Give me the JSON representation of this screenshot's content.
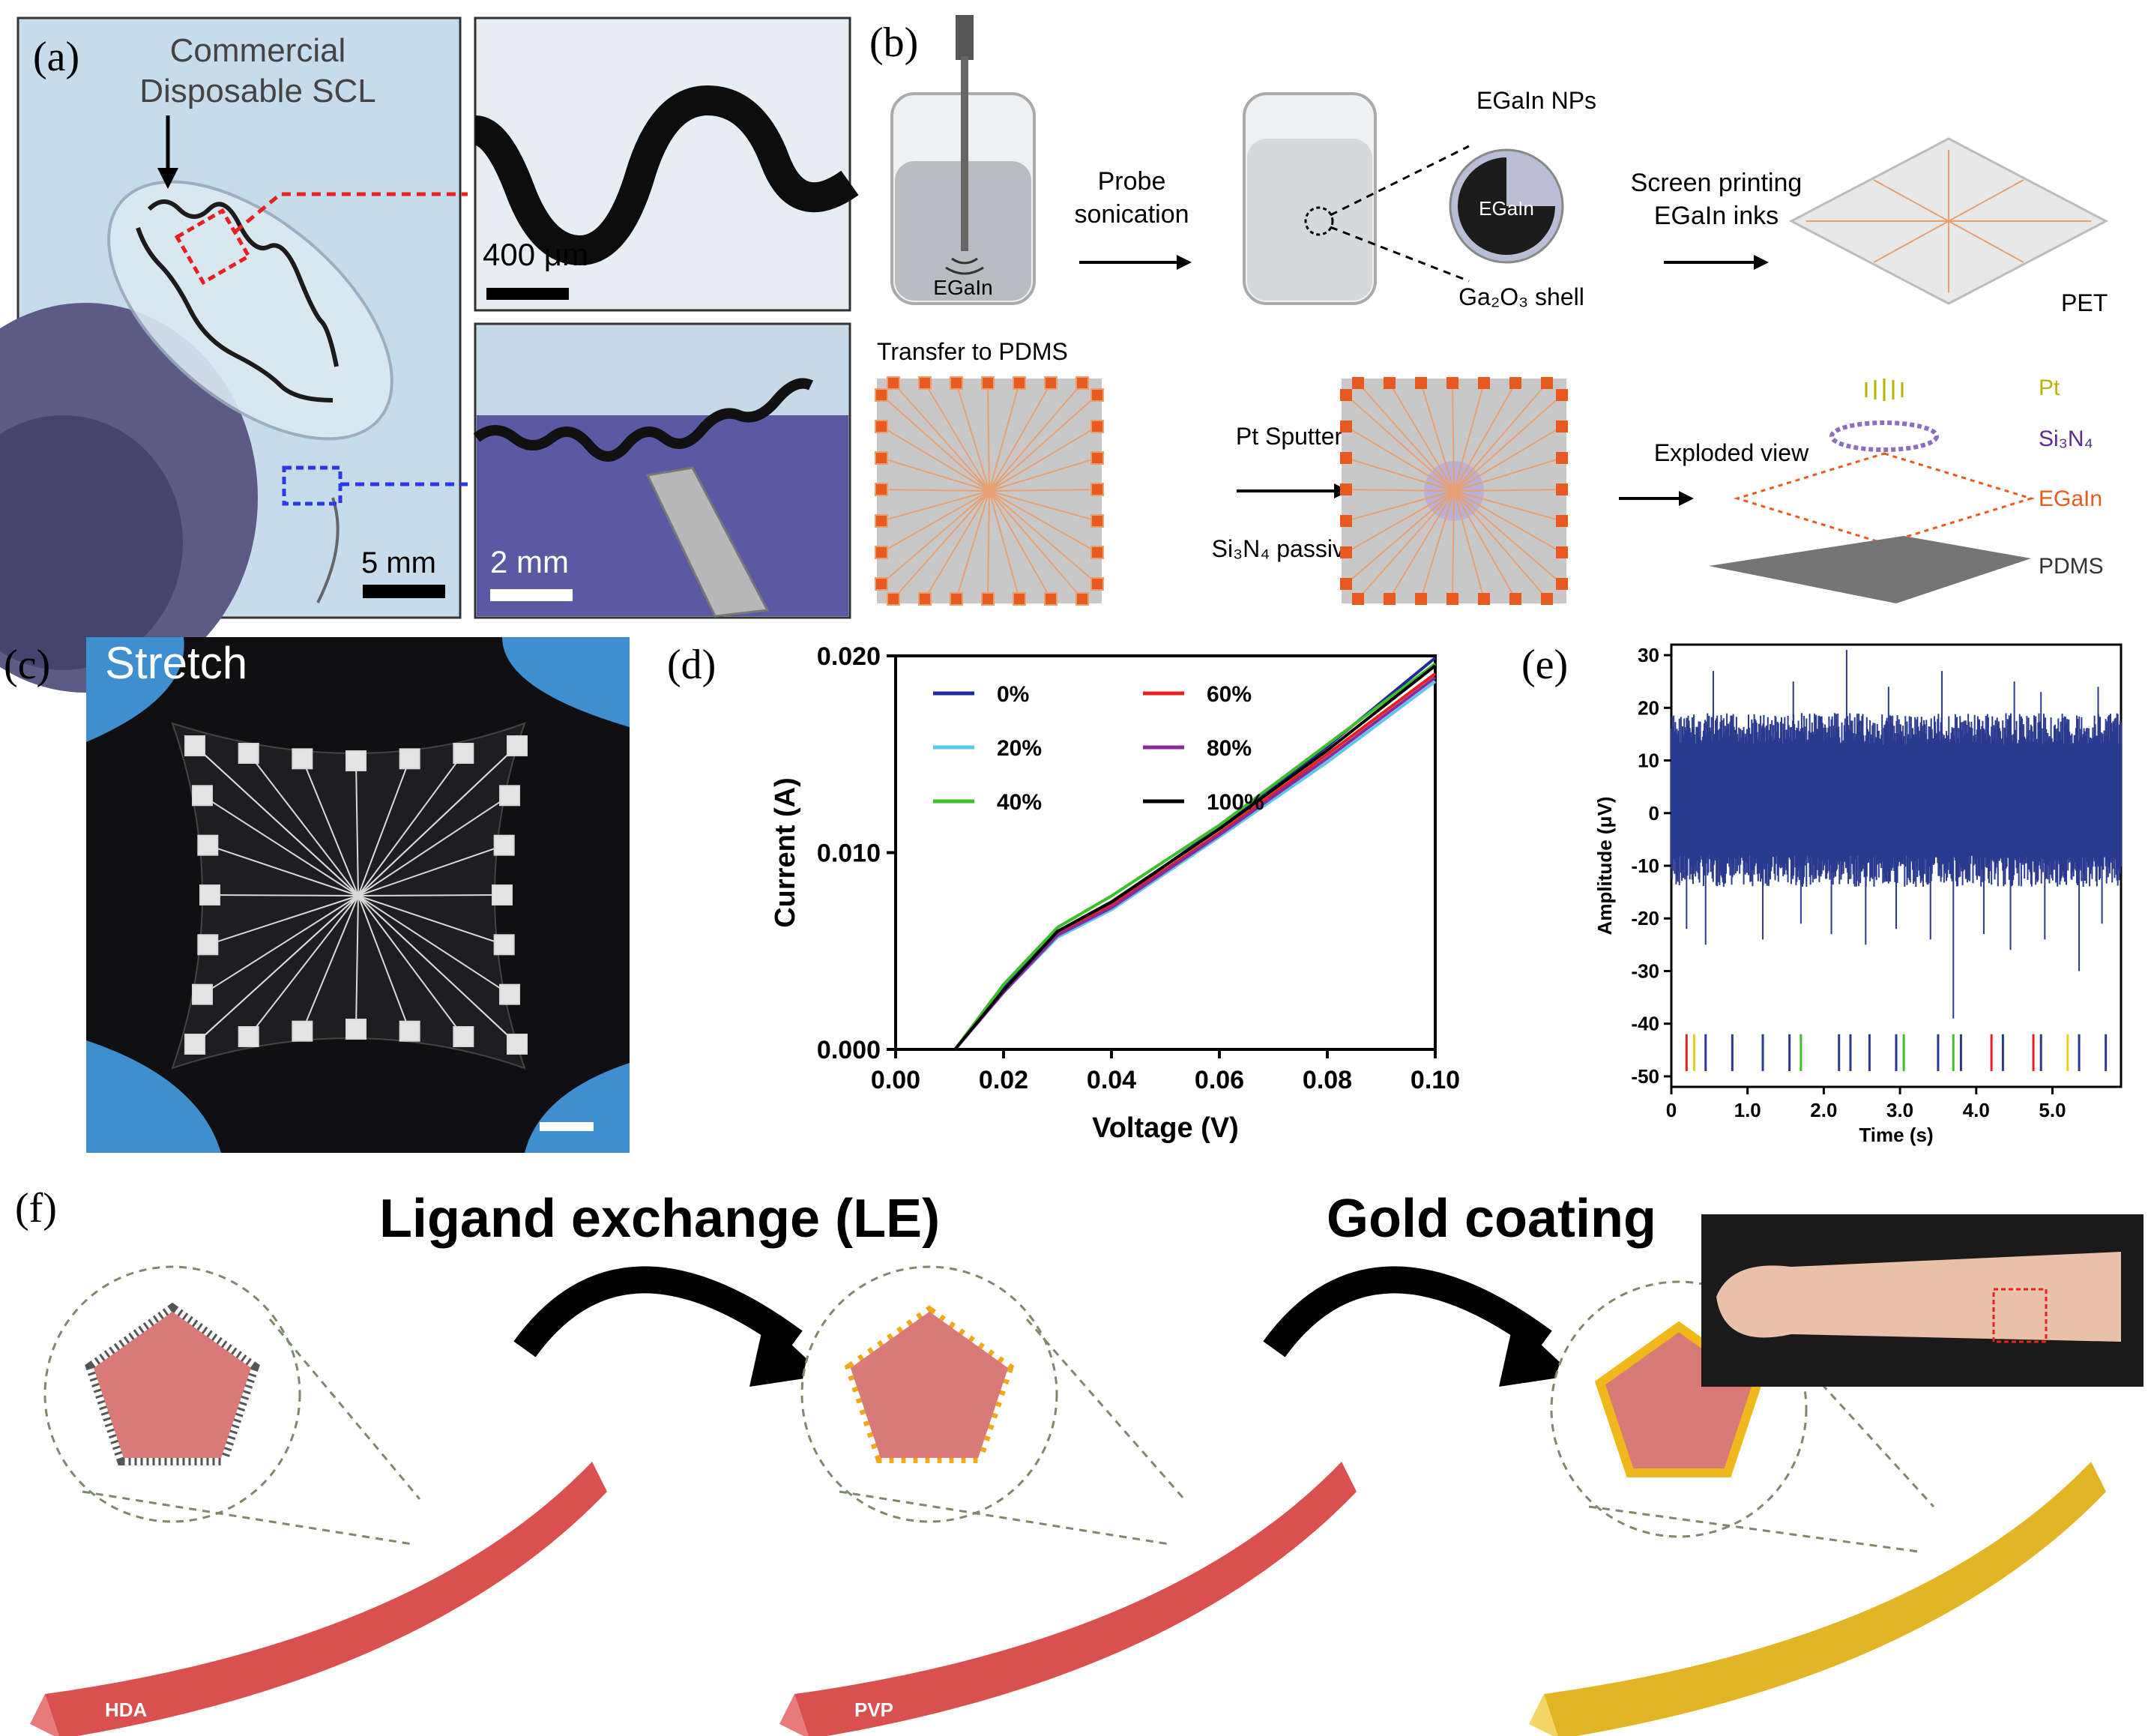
{
  "panel_labels": {
    "a": "(a)",
    "b": "(b)",
    "c": "(c)",
    "d": "(d)",
    "e": "(e)",
    "f": "(f)"
  },
  "panel_a": {
    "annotation": [
      "Commercial",
      "Disposable SCL"
    ],
    "scale_main": "5 mm",
    "scale_top": "400 μm",
    "scale_bottom": "2 mm"
  },
  "panel_b": {
    "egain_label": "EGaIn",
    "probe_step": [
      "Probe",
      "sonication"
    ],
    "nps_label": "EGaIn NPs",
    "core_label": "EGaIn",
    "shell_label": "Ga₂O₃ shell",
    "screen_step": [
      "Screen printing",
      "EGaIn inks"
    ],
    "pet_label": "PET",
    "transfer_label": "Transfer to PDMS",
    "sputter_label": "Pt Sputter",
    "passivation_label": "Si₃N₄ passivation",
    "exploded_label": "Exploded view",
    "layers": [
      {
        "name": "Pt",
        "color": "#b5b400"
      },
      {
        "name": "Si₃N₄",
        "color": "#5b2d91"
      },
      {
        "name": "EGaIn",
        "color": "#e85a1f"
      },
      {
        "name": "PDMS",
        "color": "#333333"
      }
    ]
  },
  "panel_c": {
    "title": "Stretch"
  },
  "chart_data": [
    {
      "type": "line",
      "xlabel": "Voltage (V)",
      "ylabel": "Current (A)",
      "xlim": [
        0,
        0.1
      ],
      "ylim": [
        0,
        0.02
      ],
      "xticks": [
        "0.00",
        "0.02",
        "0.04",
        "0.06",
        "0.08",
        "0.10"
      ],
      "yticks": [
        "0.000",
        "0.010",
        "0.020"
      ],
      "legend_position": "top-left",
      "series": [
        {
          "name": "0%",
          "color": "#1f2a9a",
          "x": [
            0.011,
            0.02,
            0.03,
            0.04,
            0.06,
            0.08,
            0.1
          ],
          "y": [
            0.0,
            0.0031,
            0.006,
            0.0074,
            0.0113,
            0.0154,
            0.0199
          ]
        },
        {
          "name": "20%",
          "color": "#5bc8e8",
          "x": [
            0.011,
            0.02,
            0.03,
            0.04,
            0.06,
            0.08,
            0.1
          ],
          "y": [
            0.0,
            0.0029,
            0.0057,
            0.0071,
            0.0108,
            0.0146,
            0.0187
          ]
        },
        {
          "name": "40%",
          "color": "#3cbf2a",
          "x": [
            0.011,
            0.02,
            0.03,
            0.04,
            0.06,
            0.08,
            0.1
          ],
          "y": [
            0.0,
            0.0033,
            0.0062,
            0.0078,
            0.0114,
            0.0155,
            0.0196
          ]
        },
        {
          "name": "60%",
          "color": "#e8201f",
          "x": [
            0.011,
            0.02,
            0.03,
            0.04,
            0.06,
            0.08,
            0.1
          ],
          "y": [
            0.0,
            0.003,
            0.0059,
            0.0073,
            0.011,
            0.015,
            0.0191
          ]
        },
        {
          "name": "80%",
          "color": "#8a2aa0",
          "x": [
            0.011,
            0.02,
            0.03,
            0.04,
            0.06,
            0.08,
            0.1
          ],
          "y": [
            0.0,
            0.0029,
            0.0058,
            0.0072,
            0.0109,
            0.0148,
            0.0189
          ]
        },
        {
          "name": "100%",
          "color": "#000000",
          "x": [
            0.011,
            0.02,
            0.03,
            0.04,
            0.06,
            0.08,
            0.1
          ],
          "y": [
            0.0,
            0.003,
            0.006,
            0.0075,
            0.0112,
            0.0152,
            0.0195
          ]
        }
      ]
    },
    {
      "type": "line",
      "xlabel": "Time (s)",
      "ylabel": "Amplitude (μV)",
      "xlim": [
        0,
        5.9
      ],
      "ylim": [
        -52,
        32
      ],
      "xticks": [
        "0",
        "1.0",
        "2.0",
        "3.0",
        "4.0",
        "5.0"
      ],
      "yticks": [
        "30",
        "20",
        "10",
        "0",
        "-10",
        "-20",
        "-30",
        "-40",
        "-50"
      ],
      "series_color": "#2a3a8f",
      "band": [
        -14,
        19
      ],
      "spikes_up": [
        {
          "t": 0.55,
          "v": 27
        },
        {
          "t": 1.6,
          "v": 25
        },
        {
          "t": 2.3,
          "v": 31
        },
        {
          "t": 2.85,
          "v": 24
        },
        {
          "t": 3.55,
          "v": 27
        },
        {
          "t": 4.5,
          "v": 25
        },
        {
          "t": 4.85,
          "v": 23
        },
        {
          "t": 5.6,
          "v": 24
        }
      ],
      "spikes_down": [
        {
          "t": 0.2,
          "v": -22
        },
        {
          "t": 0.45,
          "v": -25
        },
        {
          "t": 1.2,
          "v": -24
        },
        {
          "t": 1.7,
          "v": -21
        },
        {
          "t": 2.1,
          "v": -23
        },
        {
          "t": 2.55,
          "v": -25
        },
        {
          "t": 2.95,
          "v": -22
        },
        {
          "t": 3.4,
          "v": -24
        },
        {
          "t": 3.7,
          "v": -39
        },
        {
          "t": 4.1,
          "v": -23
        },
        {
          "t": 4.45,
          "v": -26
        },
        {
          "t": 4.9,
          "v": -24
        },
        {
          "t": 5.35,
          "v": -30
        },
        {
          "t": 5.65,
          "v": -21
        }
      ],
      "raster": [
        {
          "t": 0.2,
          "c": "#e8201f"
        },
        {
          "t": 0.3,
          "c": "#e8d01f"
        },
        {
          "t": 0.45,
          "c": "#2a3a8f"
        },
        {
          "t": 0.8,
          "c": "#2a3a8f"
        },
        {
          "t": 1.2,
          "c": "#2a3a8f"
        },
        {
          "t": 1.55,
          "c": "#2a3a8f"
        },
        {
          "t": 1.7,
          "c": "#3cbf2a"
        },
        {
          "t": 2.2,
          "c": "#2a3a8f"
        },
        {
          "t": 2.35,
          "c": "#2a3a8f"
        },
        {
          "t": 2.6,
          "c": "#2a3a8f"
        },
        {
          "t": 2.95,
          "c": "#2a3a8f"
        },
        {
          "t": 3.05,
          "c": "#3cbf2a"
        },
        {
          "t": 3.5,
          "c": "#2a3a8f"
        },
        {
          "t": 3.7,
          "c": "#3cbf2a"
        },
        {
          "t": 3.8,
          "c": "#2a3a8f"
        },
        {
          "t": 4.2,
          "c": "#e8201f"
        },
        {
          "t": 4.35,
          "c": "#2a3a8f"
        },
        {
          "t": 4.75,
          "c": "#e8201f"
        },
        {
          "t": 4.85,
          "c": "#2a3a8f"
        },
        {
          "t": 5.2,
          "c": "#e8d01f"
        },
        {
          "t": 5.35,
          "c": "#2a3a8f"
        },
        {
          "t": 5.7,
          "c": "#2a3a8f"
        }
      ]
    }
  ],
  "panel_f": {
    "step1": "Ligand exchange (LE)",
    "step2": "Gold coating",
    "wire1": "HDA",
    "wire2": "PVP",
    "colors": {
      "wire_red": "#d9504f",
      "wire_gold": "#e2b526",
      "ligand": "#f0a81a"
    }
  }
}
